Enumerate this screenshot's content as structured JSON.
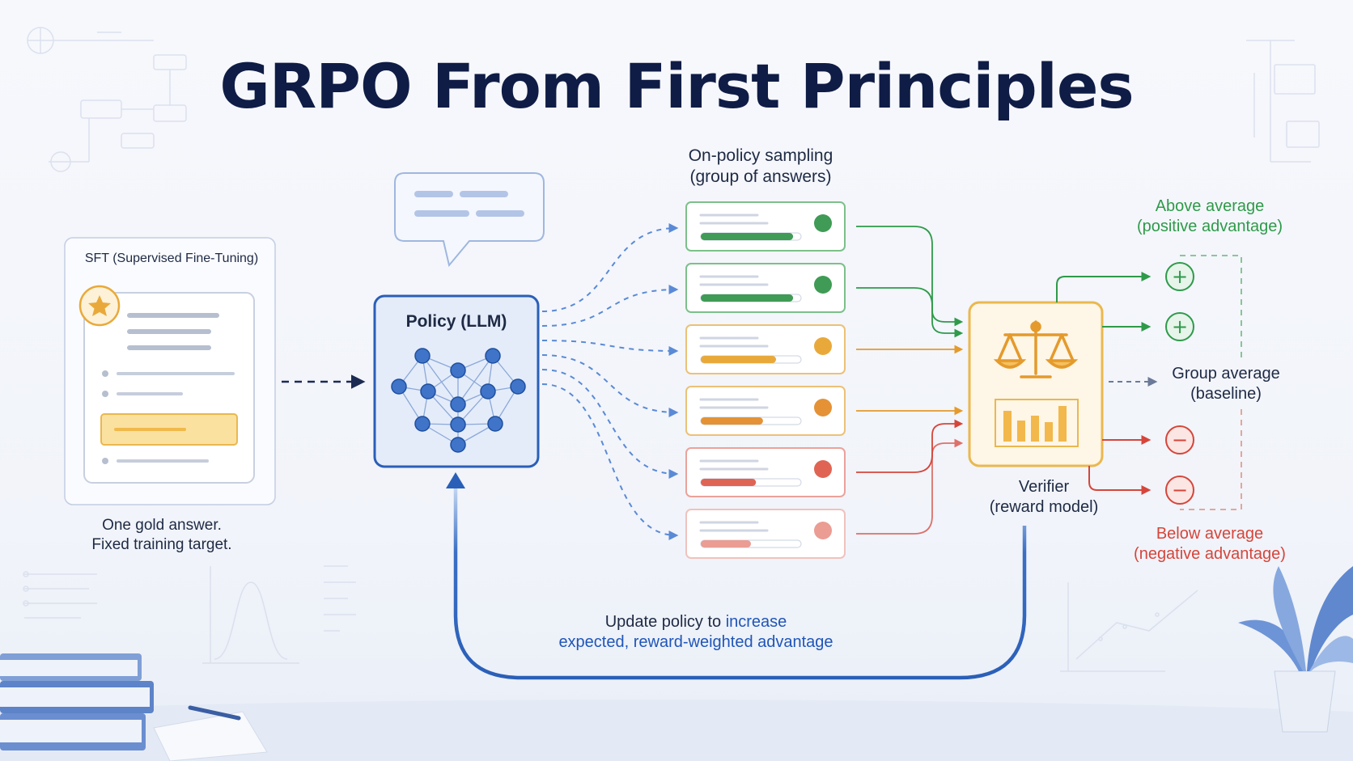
{
  "title": "GRPO From First Principles",
  "sft": {
    "label": "SFT (Supervised Fine-Tuning)",
    "caption_line1": "One gold answer.",
    "caption_line2": "Fixed training target."
  },
  "policy": {
    "label": "Policy (LLM)"
  },
  "sampling": {
    "label_line1": "On-policy sampling",
    "label_line2": "(group of answers)",
    "answers": [
      {
        "quality": "high",
        "color": "#3f9b55",
        "border": "#7cc08a",
        "fill": 0.92
      },
      {
        "quality": "high",
        "color": "#3f9b55",
        "border": "#7cc08a",
        "fill": 0.92
      },
      {
        "quality": "medium",
        "color": "#e9a93a",
        "border": "#ecc177",
        "fill": 0.75
      },
      {
        "quality": "medium",
        "color": "#e49235",
        "border": "#ecc177",
        "fill": 0.62
      },
      {
        "quality": "low",
        "color": "#e06454",
        "border": "#eba29a",
        "fill": 0.55
      },
      {
        "quality": "low",
        "color": "#eb9c93",
        "border": "#f0c2bc",
        "fill": 0.5
      }
    ]
  },
  "verifier": {
    "label_line1": "Verifier",
    "label_line2": "(reward model)"
  },
  "advantage": {
    "above_line1": "Above average",
    "above_line2": "(positive advantage)",
    "group_line1": "Group average",
    "group_line2": "(baseline)",
    "below_line1": "Below average",
    "below_line2": "(negative advantage)",
    "plus_symbol": "+",
    "minus_symbol": "−"
  },
  "update": {
    "line1_prefix": "Update policy to ",
    "line1_highlight": "increase",
    "line2": "expected, reward-weighted advantage"
  },
  "colors": {
    "navy": "#0f1c45",
    "blue": "#3a6fc4",
    "green": "#2e9a4a",
    "orange": "#e49a2c",
    "red": "#d6453a"
  }
}
